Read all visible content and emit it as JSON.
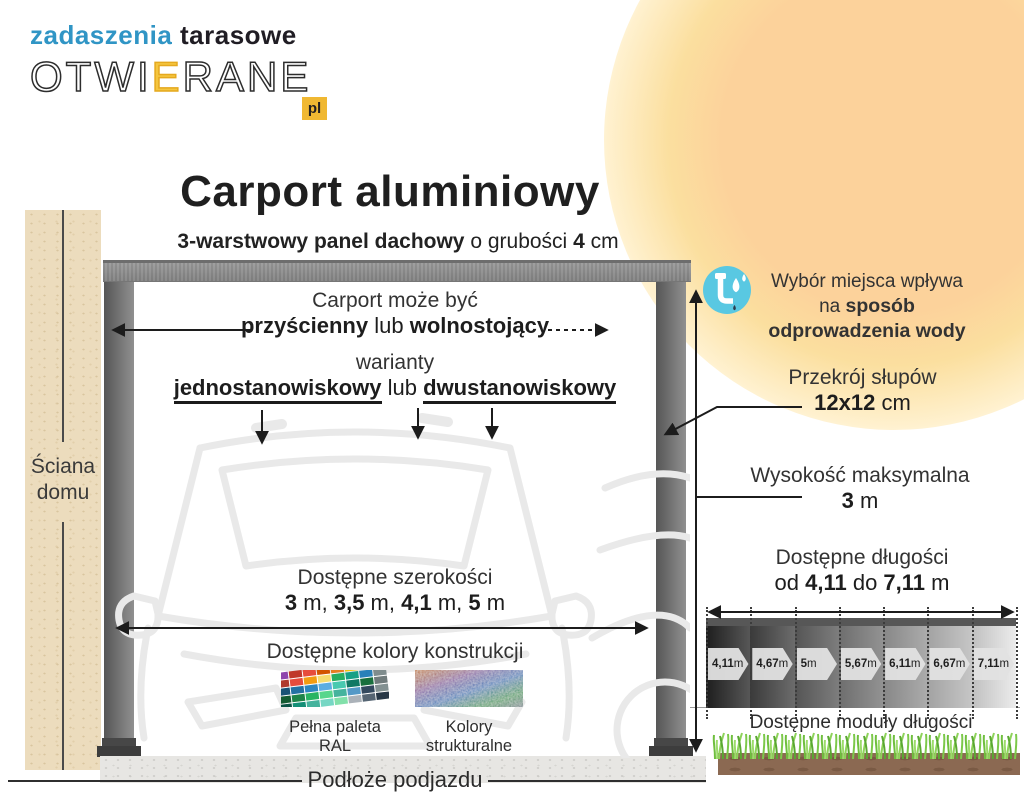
{
  "logo": {
    "line1_part1": "zadaszenia ",
    "line1_part2": "tarasowe",
    "word_pre": "OTWI",
    "word_e": "E",
    "word_post": "RANE",
    "tld": "pl"
  },
  "title": "Carport aluminiowy",
  "roof_label": {
    "bold": "3-warstwowy panel dachowy",
    "mid": " o grubości ",
    "num": "4",
    "unit": " cm"
  },
  "wall": {
    "line1": "Ściana",
    "line2": "domu"
  },
  "type_note": {
    "line1": "Carport może być",
    "word1": "przyścienny",
    "sep": " lub ",
    "word2": "wolnostojący"
  },
  "variants_note": {
    "line1": "warianty",
    "word1": "jednostanowiskowy",
    "sep": " lub ",
    "word2": "dwustanowiskowy"
  },
  "water_note": {
    "line1": "Wybór miejsca wpływa",
    "line2_pre": "na ",
    "line2_bold": "sposób",
    "line3": "odprowadzenia wody"
  },
  "posts_note": {
    "line1": "Przekrój słupów",
    "bold": "12x12",
    "unit": " cm"
  },
  "height_note": {
    "line1": "Wysokość maksymalna",
    "bold": "3",
    "unit": " m"
  },
  "widths_note": {
    "line1": "Dostępne szerokości",
    "v1": "3",
    "u1": " m, ",
    "v2": "3,5",
    "u2": " m, ",
    "v3": "4,1",
    "u3": " m, ",
    "v4": "5",
    "u4": " m"
  },
  "colors_note": {
    "title": "Dostępne kolory konstrukcji",
    "swatch1_line1": "Pełna paleta",
    "swatch1_line2": "RAL",
    "swatch2_line1": "Kolory",
    "swatch2_line2": "strukturalne"
  },
  "lengths_note": {
    "line1": "Dostępne długości",
    "pre": "od ",
    "v1": "4,11",
    "mid": " do ",
    "v2": "7,11",
    "unit": " m"
  },
  "modules": {
    "caption": "Dostępne moduły długości",
    "segments": [
      {
        "value": "4,11",
        "unit": " m"
      },
      {
        "value": "4,67",
        "unit": " m"
      },
      {
        "value": "5",
        "unit": " m"
      },
      {
        "value": "5,67",
        "unit": " m"
      },
      {
        "value": "6,11",
        "unit": " m"
      },
      {
        "value": "6,67",
        "unit": " m"
      },
      {
        "value": "7,11",
        "unit": " m"
      }
    ]
  },
  "ground_label": "Podłoże podjazdu",
  "icons": {
    "water": "water-drain-icon"
  },
  "colors": {
    "accent_blue": "#3095c5",
    "accent_yellow": "#f0b832",
    "water_icon_blue": "#59c8e2",
    "soil_brown": "#8b6952",
    "grass_green": "#7cc244"
  }
}
